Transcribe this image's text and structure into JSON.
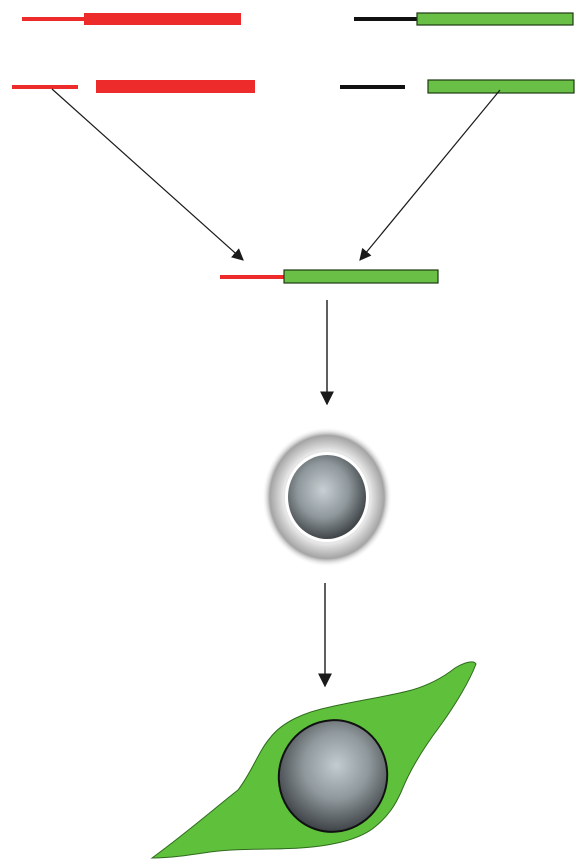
{
  "colors": {
    "background": "#ffffff",
    "promoter_red": "#ed2b2b",
    "reporter_green": "#6ac046",
    "reporter_green_outline": "#1d3a12",
    "regulatory_black": "#111111",
    "arrow": "#1a1a1a",
    "cell_green": "#5fc03c",
    "nucleus_light": "#b9c3c8",
    "nucleus_dark": "#3a3f42"
  },
  "panels": {
    "source_red_construct": {
      "short_segment": "red-line",
      "long_segment": "red-bar"
    },
    "source_green_construct": {
      "short_segment": "black-line",
      "long_segment": "green-bar"
    },
    "recombinant_construct": {
      "promoter": "red-line",
      "reporter": "green-bar"
    },
    "stem_cell": {
      "shape": "round-cell"
    },
    "differentiated_cell": {
      "shape": "spindle-cell",
      "fluorescence": "green"
    }
  }
}
